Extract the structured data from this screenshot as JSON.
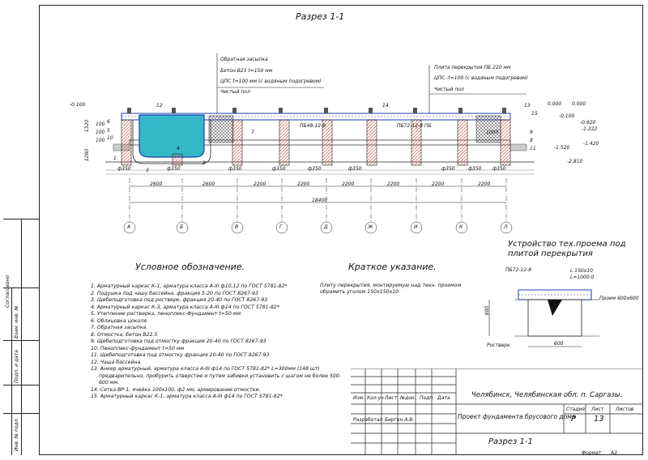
{
  "drawing": {
    "title": "Разрез 1-1",
    "top_labels_left": [
      "Обратная засыпка",
      "Бетон В25 t=150 мм",
      "ЦПС t=100 мм (с водяным подогревом)",
      "Чистый пол"
    ],
    "top_labels_right": [
      "Плита перекрытия ПБ 220 мм",
      "ЦПС -t=100 (с водяным подогревом)",
      "Чистый пол"
    ],
    "slab_labels": [
      "ПБ48-12-8",
      "ПБ72-12-8 ПБ"
    ],
    "levels_left": [
      "-0.100",
      "1320",
      "1280",
      "100",
      "100",
      "100",
      "1000"
    ],
    "levels_right": [
      "0.000",
      "0.000",
      "-0.100",
      "-0.920",
      "-1.222",
      "-1.420",
      "-1.520",
      "-2.810"
    ],
    "numbers": [
      "12",
      "14",
      "7",
      "6",
      "5",
      "10",
      "13",
      "15",
      "2",
      "3",
      "1",
      "4",
      "9",
      "8",
      "11"
    ],
    "pile_labels": [
      "ф350",
      "ф350",
      "ф350",
      "ф350",
      "ф350",
      "ф350",
      "ф350",
      "ф350",
      "ф350"
    ],
    "dims": [
      "2600",
      "2600",
      "2200",
      "2200",
      "2200",
      "2200",
      "2200",
      "2200"
    ],
    "total_dim": "18400",
    "axes": [
      "А",
      "Б",
      "В",
      "Г",
      "Д",
      "Ж",
      "И",
      "К",
      "Л"
    ]
  },
  "detail": {
    "title": "Устройство тех.проема под плитой перекрытия",
    "labels": [
      "ПБ72-12-8",
      "L 150х10",
      "L=1000.0",
      "Проем 600х600",
      "Ростверк",
      "600",
      "600"
    ]
  },
  "legend": {
    "title": "Условное обозначение.",
    "items": [
      "1.  Арматурный каркас К-1, арматура класса A-III ф10,12 по ГОСТ 5781-82*",
      "2.  Подушка под чашу бассейна, фракция 5-20 по ГОСТ 8267-93",
      "3.  Щебеподготовка под ростверк, фракция 20-40 по ГОСТ 8267-93",
      "4.  Арматурный каркас К-3, арматура класса A-III ф14 по ГОСТ 5781-82*",
      "5.  Утепление ростверка, пеноплекс-Фундамент t=50 мм",
      "6.  Облицовка цоколя.",
      "7.  Обратная засыпка.",
      "8.  Отмостка, бетон В22.5",
      "9.  Щебеподготовка под отмостку фракция 20-40 по ГОСТ 8267-93",
      "10.  Пеноплекс-фундамент t=50 мм",
      "11.  Щебеподготовка под отмостку фракция 20-40 по ГОСТ 8267-93.",
      "12.  Чаша бассейна.",
      "13.  Анкер арматурный, арматура класса A-III ф14 по ГОСТ 5781-82* L=300мм (148 шт) предварительно, пробурить отверстие и путем забивки установить с шагом не более 500-600 мм.",
      "14.  Сетка ВР-1, ячейка 100х100, ф2 мм, армирование отмостки.",
      "15.  Арматурный каркас К-1, арматура класса A-III ф14 по ГОСТ 5781-82*"
    ]
  },
  "note": {
    "title": "Краткое указание.",
    "text": "Плиту перекрытия, монтируемую над техн. проемом обрамить уголом 150х150х10"
  },
  "side": {
    "labels": [
      "Согласовано",
      "Взам. инв. №",
      "Подп. и дата",
      "Инв. № подл."
    ]
  },
  "stamp": {
    "location": "Челябинск, Челябинская обл. п. Саргазы.",
    "headers": [
      "Изм.",
      "Кол.уч",
      "Лист",
      "№док.",
      "Подп.",
      "Дата"
    ],
    "developer_role": "Разработал",
    "developer_name": "Берген А.В.",
    "project": "Проект фундамента брусового дома",
    "stage_label": "Стадия",
    "sheet_label": "Лист",
    "sheets_label": "Листов",
    "stage": "Р",
    "sheet": "13",
    "sheet_title": "Разрез 1-1",
    "format_label": "Формат",
    "format": "А3"
  }
}
